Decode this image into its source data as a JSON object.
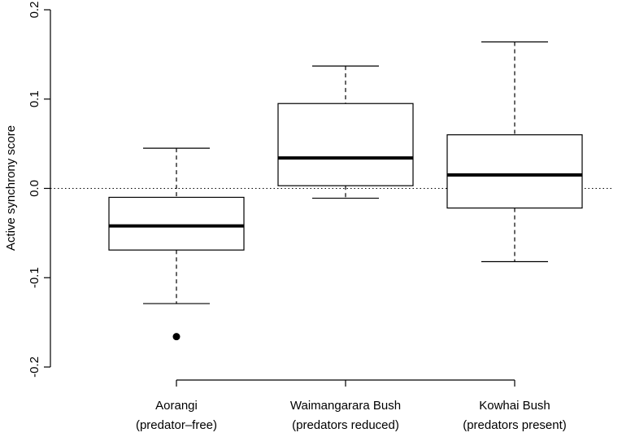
{
  "chart_data": {
    "type": "boxplot",
    "title": "",
    "ylabel": "Active synchrony score",
    "xlabel": "",
    "ylim": [
      -0.2,
      0.2
    ],
    "yticks": [
      -0.2,
      -0.1,
      0.0,
      0.1,
      0.2
    ],
    "ytick_labels": [
      "-0.2",
      "-0.1",
      "0.0",
      "0.1",
      "0.2"
    ],
    "reference_line": {
      "y": 0.0,
      "style": "dotted"
    },
    "grid": false,
    "groups": [
      {
        "label_line1": "Aorangi",
        "label_line2": "(predator–free)",
        "whisker_low": -0.129,
        "q1": -0.069,
        "median": -0.042,
        "q3": -0.01,
        "whisker_high": 0.045,
        "outliers": [
          -0.166
        ]
      },
      {
        "label_line1": "Waimangarara Bush",
        "label_line2": "(predators reduced)",
        "whisker_low": -0.011,
        "q1": 0.003,
        "median": 0.034,
        "q3": 0.095,
        "whisker_high": 0.137,
        "outliers": []
      },
      {
        "label_line1": "Kowhai Bush",
        "label_line2": "(predators present)",
        "whisker_low": -0.082,
        "q1": -0.022,
        "median": 0.015,
        "q3": 0.06,
        "whisker_high": 0.164,
        "outliers": []
      }
    ]
  }
}
